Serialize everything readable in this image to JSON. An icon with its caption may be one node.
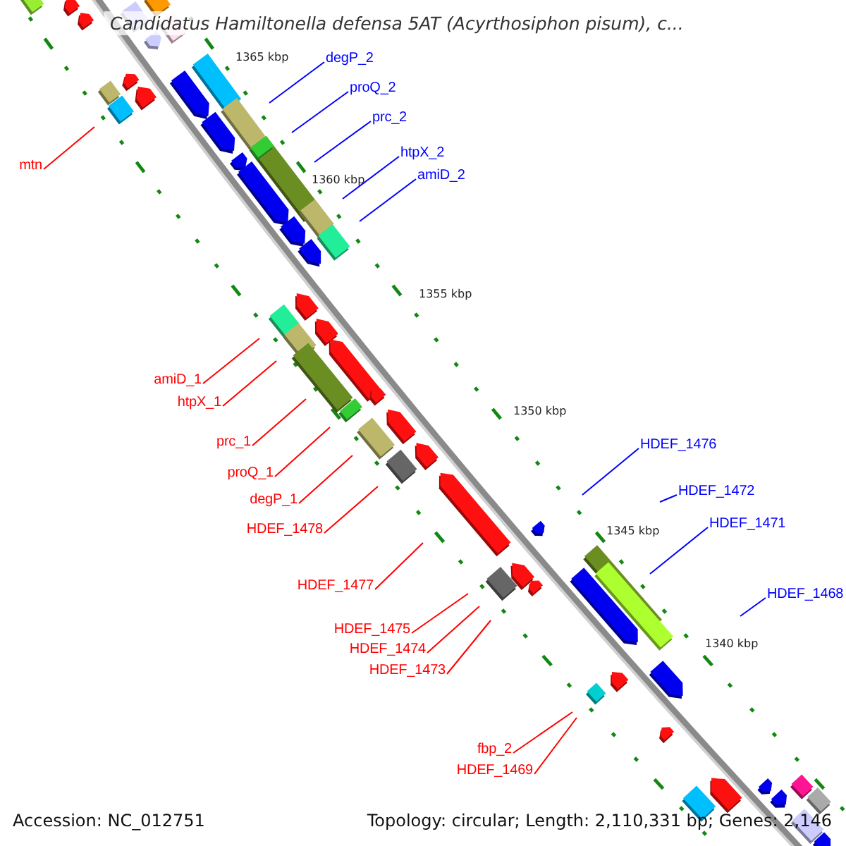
{
  "diagram": {
    "title": "Candidatus Hamiltonella defensa 5AT (Acyrthosiphon pisum), c...",
    "nodes": [
      {
        "text": [
          "degP_2"
        ]
      },
      {
        "text": [
          "proQ_2"
        ]
      },
      {
        "text": [
          "prc_2"
        ]
      },
      {
        "text": [
          "htpX_2"
        ]
      },
      {
        "text": [
          "mtn"
        ]
      },
      {
        "text": [
          "amiD_2"
        ]
      },
      {
        "text": [
          "amiD_1"
        ]
      },
      {
        "text": [
          "htpX_1"
        ]
      },
      {
        "text": [
          "prc_1"
        ]
      },
      {
        "text": [
          "HDEF_1476"
        ]
      },
      {
        "text": [
          "proQ_1"
        ]
      },
      {
        "text": [
          "HDEF_1472"
        ]
      },
      {
        "text": [
          "degP_1"
        ]
      },
      {
        "text": [
          "HDEF_1471"
        ]
      },
      {
        "text": [
          "HDEF_1478"
        ]
      },
      {
        "text": [
          "HDEF_1477"
        ]
      },
      {
        "text": [
          "HDEF_1468"
        ]
      },
      {
        "text": [
          "HDEF_1475"
        ]
      },
      {
        "text": [
          "HDEF_1474"
        ]
      },
      {
        "text": [
          "HDEF_1473"
        ]
      },
      {
        "text": [
          "fbp_2"
        ]
      },
      {
        "text": [
          "HDEF_1469"
        ]
      }
    ],
    "edges": [
      {
        "from": 0,
        "to": null,
        "arrow": "none",
        "color": "#0000ff"
      },
      {
        "from": 1,
        "to": null,
        "arrow": "none",
        "color": "#0000ff"
      },
      {
        "from": 2,
        "to": null,
        "arrow": "none",
        "color": "#0000ff"
      },
      {
        "from": 3,
        "to": null,
        "arrow": "none",
        "color": "#0000ff"
      },
      {
        "from": 4,
        "to": null,
        "arrow": "none"
      },
      {
        "from": 5,
        "to": null,
        "arrow": "none",
        "color": "#0000ff"
      },
      {
        "from": 6,
        "to": null,
        "arrow": "none"
      },
      {
        "from": 7,
        "to": null,
        "arrow": "none"
      },
      {
        "from": 8,
        "to": null,
        "arrow": "none"
      },
      {
        "from": 9,
        "to": null,
        "arrow": "none",
        "color": "#0000ff"
      },
      {
        "from": 10,
        "to": null,
        "arrow": "none"
      },
      {
        "from": 11,
        "to": null,
        "arrow": "none",
        "color": "#0000ff"
      },
      {
        "from": 12,
        "to": null,
        "arrow": "none"
      },
      {
        "from": 13,
        "to": null,
        "arrow": "none",
        "color": "#0000ff"
      },
      {
        "from": 14,
        "to": null,
        "arrow": "none"
      },
      {
        "from": 15,
        "to": null,
        "arrow": "none"
      },
      {
        "from": 16,
        "to": null,
        "arrow": "none",
        "color": "#0000ff"
      },
      {
        "from": 17,
        "to": null,
        "arrow": "none"
      },
      {
        "from": 18,
        "to": null,
        "arrow": "none"
      },
      {
        "from": 19,
        "to": null,
        "arrow": "none"
      },
      {
        "from": 20,
        "to": null,
        "arrow": "none"
      },
      {
        "from": 21,
        "to": null,
        "arrow": "none"
      }
    ],
    "labels": [
      "1365 kbp",
      "1360 kbp",
      "1355 kbp",
      "1350 kbp",
      "1345 kbp",
      "1340 kbp",
      "Accession: NC_012751",
      "Topology: circular; Length: 2,110,331 bp; Genes: 2,146"
    ]
  }
}
